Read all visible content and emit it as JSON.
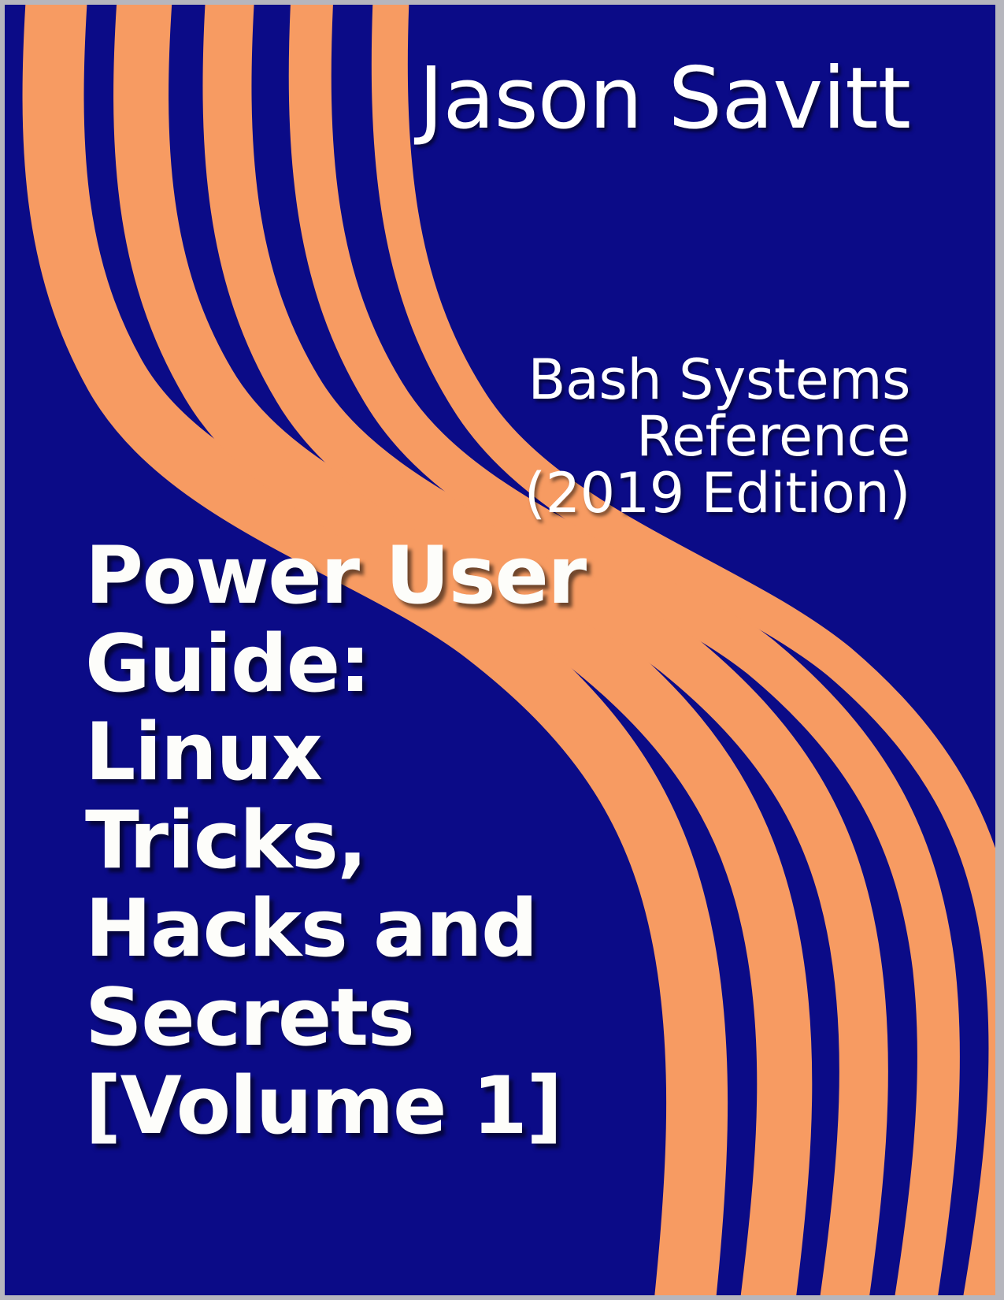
{
  "cover": {
    "author": "Jason Savitt",
    "subtitle_lines": [
      "Bash Systems",
      "Reference",
      "(2019 Edition)"
    ],
    "subtitle_full": "Bash Systems Reference (2019 Edition)",
    "title_lines": [
      "Power User",
      "Guide:",
      "Linux",
      "Tricks,",
      "Hacks and",
      "Secrets",
      "[Volume 1]"
    ],
    "title_full": "Power User Guide: Linux Tricks, Hacks and Secrets [Volume 1]",
    "colors": {
      "background_blue": "#0b0b87",
      "stripe_orange": "#f79b62",
      "text_white": "#ffffff",
      "frame_grey": "#b6b6bd"
    },
    "artwork": {
      "motif": "wavy-stripes",
      "stripe_count": 5
    }
  }
}
